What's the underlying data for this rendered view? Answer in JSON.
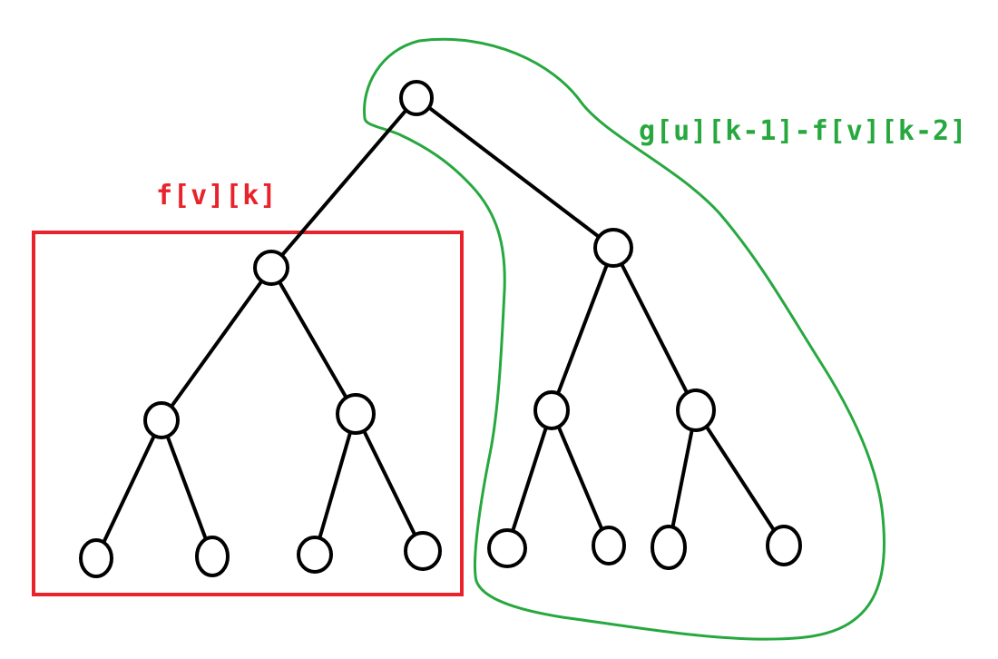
{
  "labels": {
    "subtree": "f[v][k]",
    "rest": "g[u][k-1]-f[v][k-2]"
  },
  "colors": {
    "subtree_box": "#e8232b",
    "rest_region": "#27a83f",
    "tree": "#000000",
    "background": "#ffffff"
  },
  "tree": {
    "nodes": [
      "root",
      "v",
      "w",
      "v-left",
      "v-right",
      "w-left",
      "w-right",
      "leaf-1",
      "leaf-2",
      "leaf-3",
      "leaf-4",
      "leaf-5",
      "leaf-6",
      "leaf-7",
      "leaf-8"
    ],
    "edges": [
      [
        "root",
        "v"
      ],
      [
        "root",
        "w"
      ],
      [
        "v",
        "v-left"
      ],
      [
        "v",
        "v-right"
      ],
      [
        "w",
        "w-left"
      ],
      [
        "w",
        "w-right"
      ],
      [
        "v-left",
        "leaf-1"
      ],
      [
        "v-left",
        "leaf-2"
      ],
      [
        "v-right",
        "leaf-3"
      ],
      [
        "v-right",
        "leaf-4"
      ],
      [
        "w-left",
        "leaf-5"
      ],
      [
        "w-left",
        "leaf-6"
      ],
      [
        "w-right",
        "leaf-7"
      ],
      [
        "w-right",
        "leaf-8"
      ]
    ]
  }
}
